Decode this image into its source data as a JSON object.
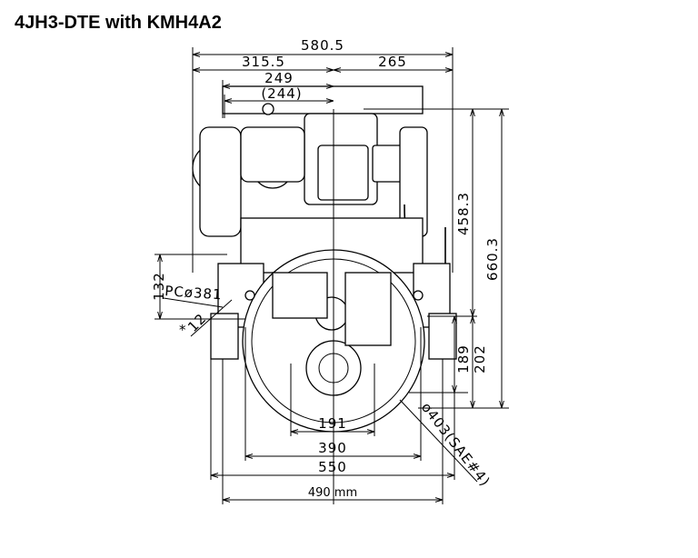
{
  "title": "4JH3-DTE with KMH4A2",
  "dimensions": {
    "overall_width": "580.5",
    "left_width": "315.5",
    "right_width": "265",
    "width_249": "249",
    "width_244": "(244)",
    "height_458": "458.3",
    "height_660": "660.3",
    "height_189": "189",
    "height_202": "202",
    "height_132": "132",
    "pcd": "PCø381",
    "angle": "12",
    "angle_mark": "*",
    "flywheel_housing": "ø403(SAE#4)",
    "width_191": "191",
    "width_390": "390",
    "width_550": "550",
    "width_490": "490 mm"
  }
}
